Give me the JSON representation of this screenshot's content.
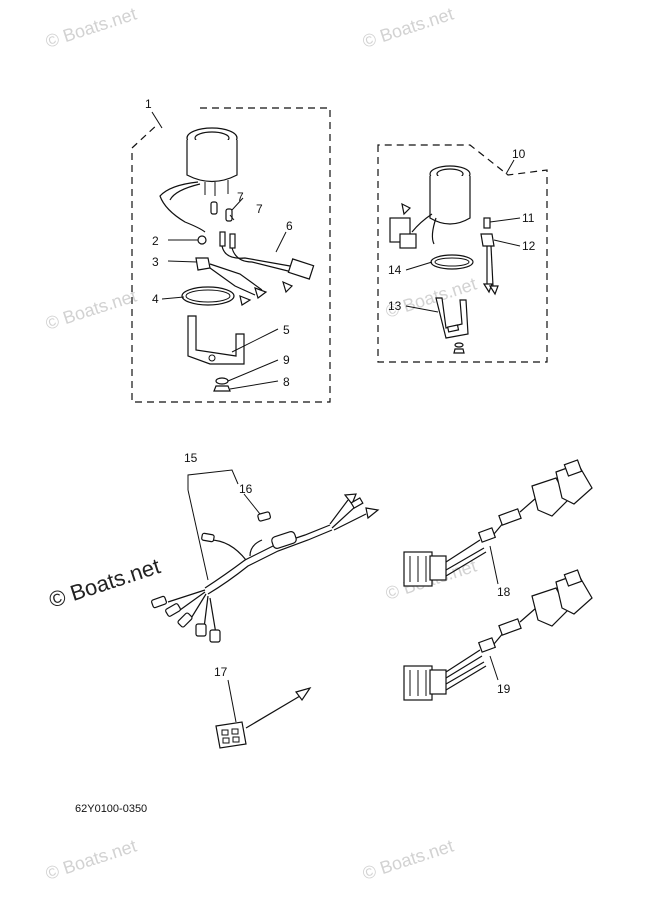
{
  "watermarks": {
    "small": "© Boats.net",
    "large": "© Boats.net"
  },
  "callouts": {
    "c1": "1",
    "c2": "2",
    "c3": "3",
    "c4": "4",
    "c5": "5",
    "c6": "6",
    "c7a": "7",
    "c7b": "7",
    "c8": "8",
    "c9": "9",
    "c10": "10",
    "c11": "11",
    "c12": "12",
    "c13": "13",
    "c14": "14",
    "c15": "15",
    "c16": "16",
    "c17": "17",
    "c18": "18",
    "c19": "19"
  },
  "diagram_code": "62Y0100-0350"
}
